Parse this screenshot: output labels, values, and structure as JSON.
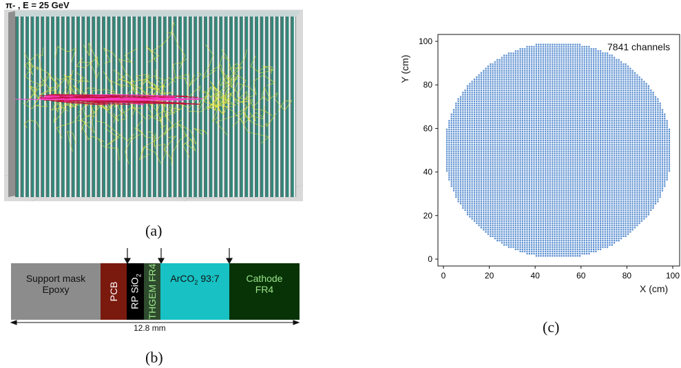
{
  "figure_a": {
    "title": "π- , E = 25 GeV",
    "caption": "(a)"
  },
  "figure_b": {
    "layers": [
      {
        "label_line1": "Support mask",
        "label_line2": "Epoxy",
        "color": "#8c8c8c",
        "text_color": "#111111"
      },
      {
        "label": "PCB",
        "color": "#7a1a0e",
        "text_color": "#ffffff"
      },
      {
        "label_main": "RP SiO",
        "label_sub": "2",
        "color": "#000000",
        "text_color": "#ffffff"
      },
      {
        "label": "THGEM FR4",
        "color": "#2e4b2e",
        "text_color": "#9be58a"
      },
      {
        "label_main": "ArCO",
        "label_sub": "2",
        "label_rest": " 93:7",
        "color": "#17c1c4",
        "text_color": "#111111"
      },
      {
        "label_line1": "Cathode",
        "label_line2": "FR4",
        "color": "#073307",
        "text_color": "#9be58a"
      }
    ],
    "dimension": "12.8 mm",
    "caption": "(b)"
  },
  "figure_c": {
    "caption": "(c)",
    "chart_data": {
      "type": "scatter",
      "title": "",
      "annotation": "7841 channels",
      "xlabel": "X (cm)",
      "ylabel": "Y (cm)",
      "xlim": [
        0,
        100
      ],
      "ylim": [
        0,
        100
      ],
      "xticks": [
        "0",
        "20",
        "40",
        "60",
        "80",
        "100"
      ],
      "yticks": [
        "0",
        "20",
        "40",
        "60",
        "80",
        "100"
      ],
      "grid": false,
      "marker_color": "#5b8fd0",
      "layout": "circular array of pad channels",
      "center": [
        50,
        50
      ],
      "radius": 49.5
    }
  }
}
